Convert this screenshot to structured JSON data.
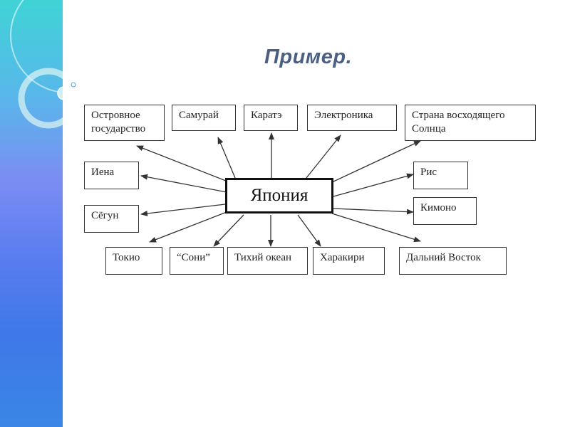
{
  "slide": {
    "title": "Пример."
  },
  "diagram": {
    "center": "Япония",
    "nodes": [
      "Островное государство",
      "Самурай",
      "Каратэ",
      "Электроника",
      "Страна восходящего Солнца",
      "Иена",
      "Рис",
      "Сёгун",
      "Кимоно",
      "Токио",
      "“Сони”",
      "Тихий океан",
      "Харакири",
      "Дальний Восток"
    ]
  },
  "colors": {
    "title": "#4a5f82",
    "stripe_top": "#3fd3d6",
    "stripe_bottom": "#3a86e6"
  }
}
